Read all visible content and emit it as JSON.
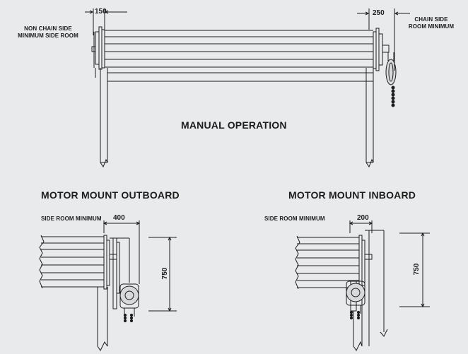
{
  "manual": {
    "title": "MANUAL OPERATION",
    "non_chain_label_line1": "NON CHAIN SIDE",
    "non_chain_label_line2": "MINIMUM SIDE ROOM",
    "non_chain_dim": "150",
    "chain_label_line1": "CHAIN SIDE",
    "chain_label_line2": "ROOM MINIMUM",
    "chain_dim": "250"
  },
  "outboard": {
    "title": "MOTOR MOUNT OUTBOARD",
    "side_room_label": "SIDE ROOM MINIMUM",
    "side_dim": "400",
    "height_dim": "750"
  },
  "inboard": {
    "title": "MOTOR MOUNT INBOARD",
    "side_room_label": "SIDE ROOM MINIMUM",
    "side_dim": "200",
    "height_dim": "750"
  },
  "colors": {
    "background": "#e9eaec",
    "line": "#1c1c1c"
  }
}
